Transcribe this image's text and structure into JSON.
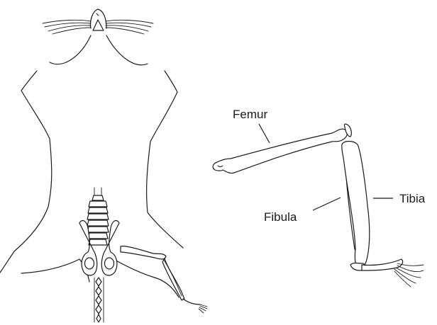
{
  "labels": {
    "femur": "Femur",
    "fibula": "Fibula",
    "tibia": "Tibia"
  },
  "colors": {
    "ink": "#1a1a1a",
    "background": "#ffffff"
  }
}
